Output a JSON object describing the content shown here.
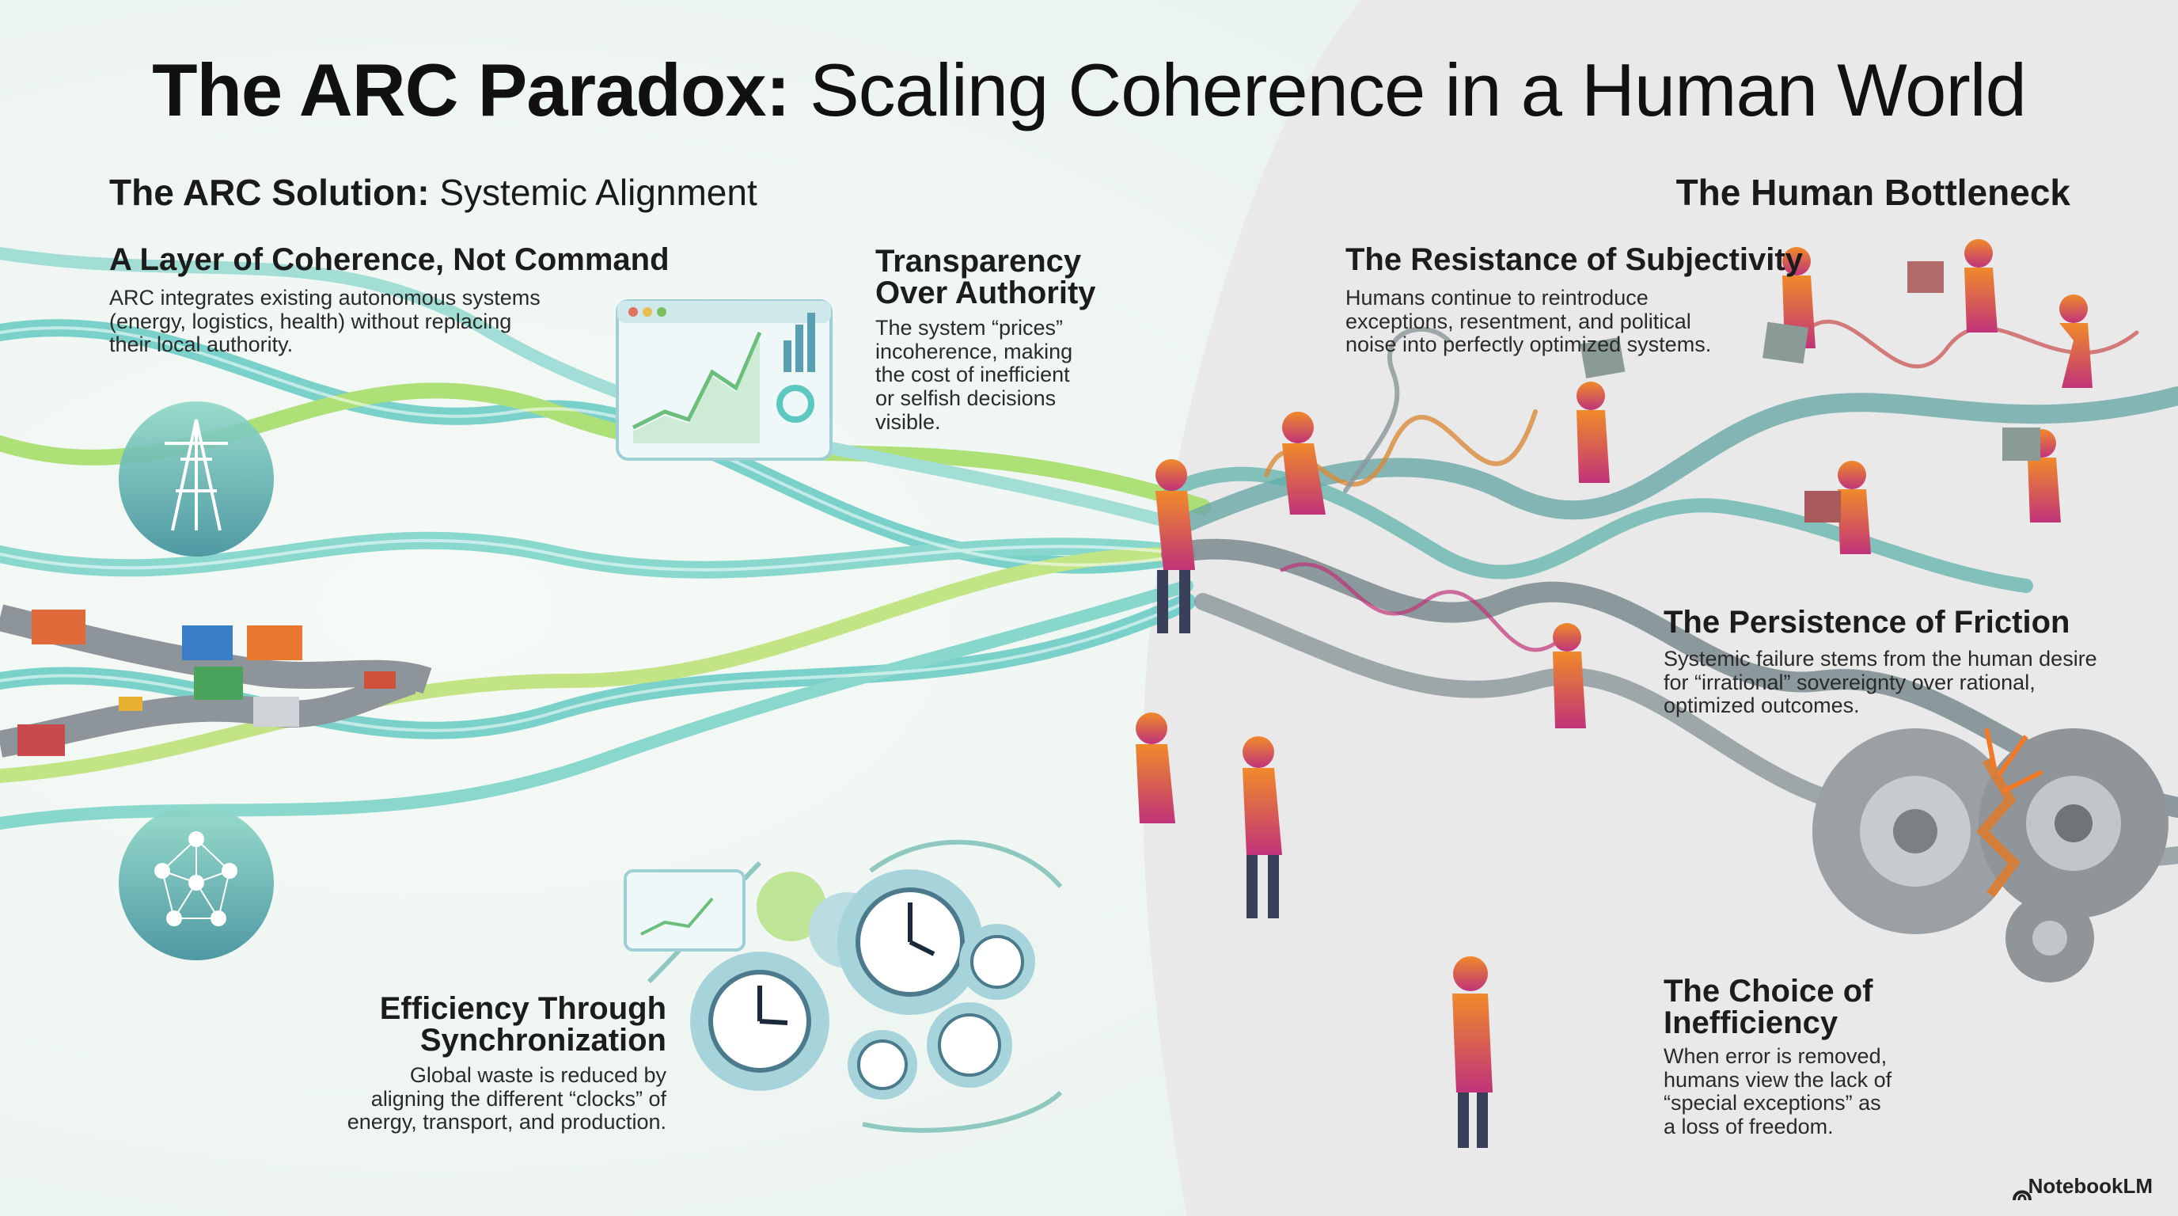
{
  "title": {
    "bold": "The ARC Paradox:",
    "light": "Scaling Coherence in a Human World"
  },
  "left_section": {
    "bold": "The ARC Solution:",
    "light": "Systemic Alignment"
  },
  "right_section": {
    "title": "The Human Bottleneck"
  },
  "blocks": {
    "coherence": {
      "heading": "A Layer of Coherence, Not Command",
      "body": [
        "ARC integrates existing autonomous systems",
        "(energy, logistics, health) without replacing",
        "their local authority."
      ]
    },
    "transparency": {
      "heading": [
        "Transparency",
        "Over Authority"
      ],
      "body": [
        "The system “prices”",
        "incoherence, making",
        "the cost of inefficient",
        "or selfish decisions",
        "visible."
      ]
    },
    "efficiency": {
      "heading": [
        "Efficiency Through",
        "Synchronization"
      ],
      "body": [
        "Global waste is reduced by",
        "aligning the different “clocks” of",
        "energy, transport, and production."
      ]
    },
    "resistance": {
      "heading": "The Resistance of Subjectivity",
      "body": [
        "Humans continue to reintroduce",
        "exceptions, resentment, and political",
        "noise into perfectly optimized systems."
      ]
    },
    "friction": {
      "heading": "The Persistence of Friction",
      "body": [
        "Systemic failure stems from the human desire",
        "for “irrational” sovereignty over rational,",
        "optimized outcomes."
      ]
    },
    "choice": {
      "heading": [
        "The Choice of",
        "Inefficiency"
      ],
      "body": [
        "When error is removed,",
        "humans view the lack of",
        "“special exceptions” as",
        "a loss of freedom."
      ]
    }
  },
  "icons": [
    "power-tower-icon",
    "shipping-containers-icon",
    "people-network-icon",
    "dashboard-chart-icon",
    "clock-gears-icon",
    "broken-gears-icon",
    "notebooklm-logo-icon"
  ],
  "colors": {
    "strand_teal": "#5cc8c0",
    "strand_green": "#9edb5a",
    "gray_strand": "#7a8a8e",
    "accent_orange": "#f07a2a",
    "accent_magenta": "#c0337a"
  },
  "brand": "NotebookLM"
}
